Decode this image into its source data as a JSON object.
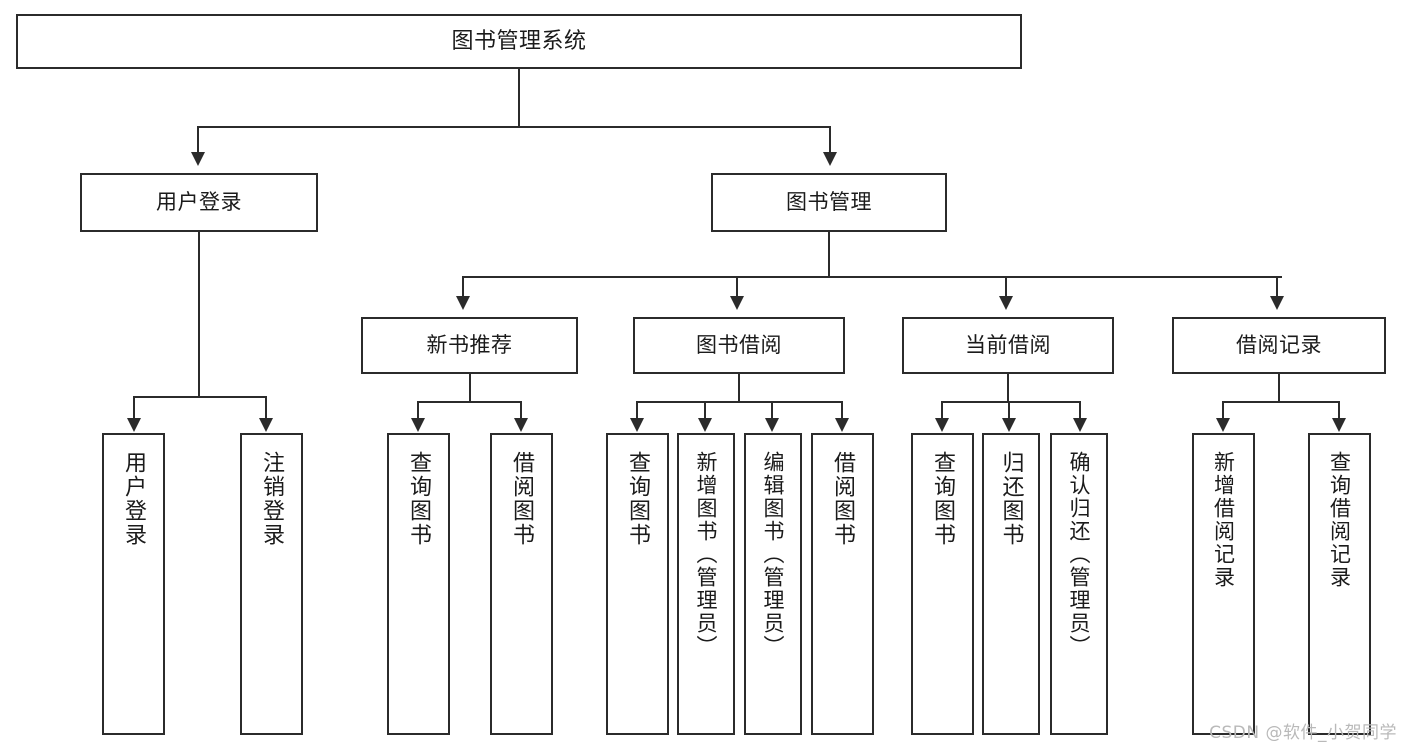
{
  "diagram": {
    "title": "图书管理系统",
    "type": "tree",
    "watermark": "CSDN @软件_小贺同学",
    "colors": {
      "background": "#ffffff",
      "box_border": "#2b2b2b",
      "box_fill": "#ffffff",
      "connector": "#2b2b2b",
      "text": "#1b1b1b",
      "watermark": "#b9b9b9"
    },
    "root": {
      "label": "图书管理系统",
      "children": [
        {
          "label": "用户登录",
          "children": [
            {
              "label": "用户登录"
            },
            {
              "label": "注销登录"
            }
          ]
        },
        {
          "label": "图书管理",
          "children": [
            {
              "label": "新书推荐",
              "children": [
                {
                  "label": "查询图书"
                },
                {
                  "label": "借阅图书"
                }
              ]
            },
            {
              "label": "图书借阅",
              "children": [
                {
                  "label": "查询图书"
                },
                {
                  "label": "新增图书（管理员）"
                },
                {
                  "label": "编辑图书（管理员）"
                },
                {
                  "label": "借阅图书"
                }
              ]
            },
            {
              "label": "当前借阅",
              "children": [
                {
                  "label": "查询图书"
                },
                {
                  "label": "归还图书"
                },
                {
                  "label": "确认归还（管理员）"
                }
              ]
            },
            {
              "label": "借阅记录",
              "children": [
                {
                  "label": "新增借阅记录"
                },
                {
                  "label": "查询借阅记录"
                }
              ]
            }
          ]
        }
      ]
    },
    "nodes": {
      "root": "图书管理系统",
      "l1_user_login": "用户登录",
      "l1_book_mgmt": "图书管理",
      "l2_new_book_rec": "新书推荐",
      "l2_book_borrow": "图书借阅",
      "l2_current_borrow": "当前借阅",
      "l2_borrow_record": "借阅记录",
      "leaf_user_login": "用户登录",
      "leaf_logout": "注销登录",
      "leaf_rec_query": "查询图书",
      "leaf_rec_borrow": "借阅图书",
      "leaf_borrow_query": "查询图书",
      "leaf_borrow_add": "新增图书（管理员）",
      "leaf_borrow_edit": "编辑图书（管理员）",
      "leaf_borrow_do": "借阅图书",
      "leaf_cur_query": "查询图书",
      "leaf_cur_return": "归还图书",
      "leaf_cur_confirm": "确认归还（管理员）",
      "leaf_rec_add": "新增借阅记录",
      "leaf_rec_search": "查询借阅记录"
    }
  }
}
